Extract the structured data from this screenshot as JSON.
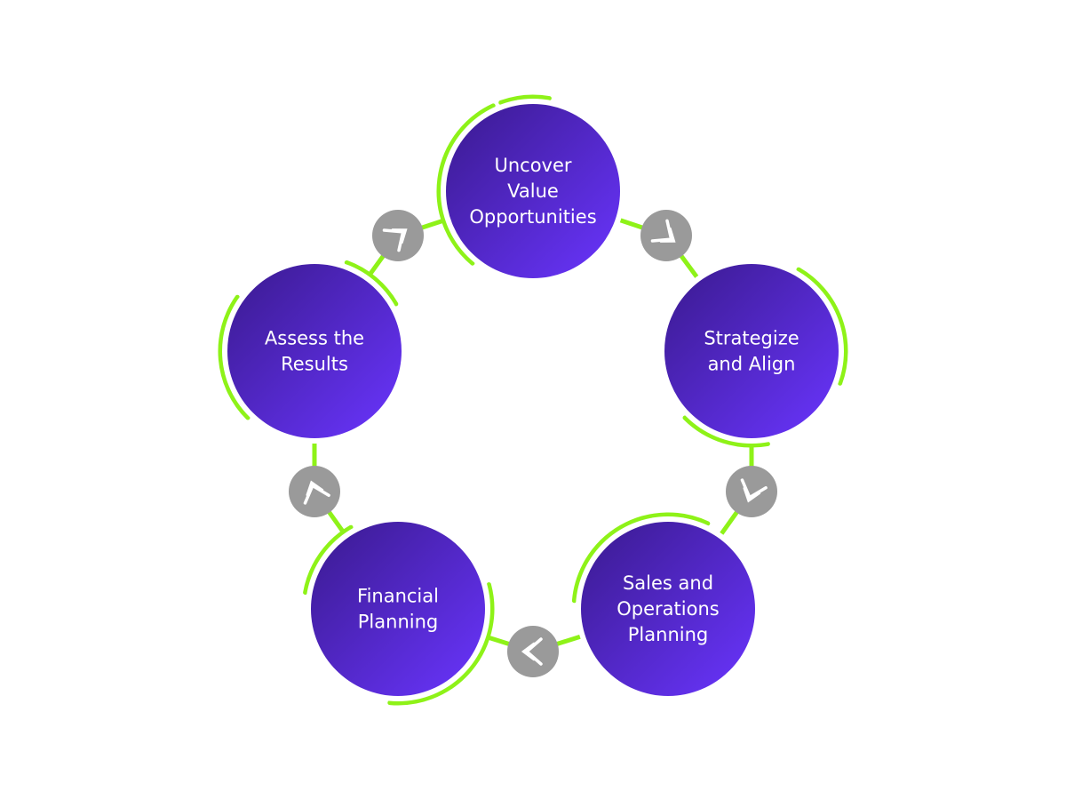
{
  "colors": {
    "node_light": "#6a35ff",
    "node_dark": "#3a1a8e",
    "accent": "#8ef218",
    "connector_circle": "#9a9a9a",
    "chevron": "#ffffff",
    "background": "#ffffff"
  },
  "nodes": [
    {
      "id": "uncover-value",
      "label_lines": [
        "Uncover",
        "Value",
        "Opportunities"
      ]
    },
    {
      "id": "strategize-align",
      "label_lines": [
        "Strategize",
        "and Align"
      ]
    },
    {
      "id": "sales-operations",
      "label_lines": [
        "Sales and",
        "Operations",
        "Planning"
      ]
    },
    {
      "id": "financial-planning",
      "label_lines": [
        "Financial",
        "Planning"
      ]
    },
    {
      "id": "assess-results",
      "label_lines": [
        "Assess the",
        "Results"
      ]
    }
  ],
  "connectors": [
    {
      "icon": "chevron-icon",
      "from": "uncover-value",
      "to": "strategize-align"
    },
    {
      "icon": "chevron-icon",
      "from": "strategize-align",
      "to": "sales-operations"
    },
    {
      "icon": "chevron-icon",
      "from": "sales-operations",
      "to": "financial-planning"
    },
    {
      "icon": "chevron-icon",
      "from": "financial-planning",
      "to": "assess-results"
    },
    {
      "icon": "chevron-icon",
      "from": "assess-results",
      "to": "uncover-value"
    }
  ]
}
